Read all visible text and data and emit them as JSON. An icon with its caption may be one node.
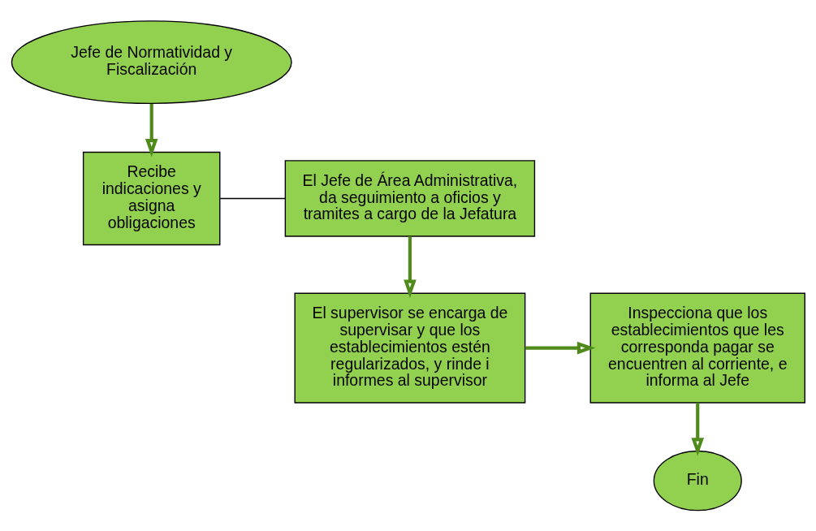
{
  "diagram": {
    "nodes": [
      {
        "text": [
          "Jefe de Normatividad y Fiscalización"
        ]
      },
      {
        "text": [
          "Recibe indicaciones y asigna obligaciones"
        ]
      },
      {
        "text": [
          "El Jefe de Área Administrativa, da seguimiento a oficios y tramites a cargo de la Jefatura"
        ]
      },
      {
        "text": [
          "El supervisor se encarga de supervisar y que los establecimientos estén regularizados, y rinde i informes al supervisor"
        ]
      },
      {
        "text": [
          "Inspecciona que los establecimientos que les corresponda pagar se encuentren al corriente, e informa al Jefe"
        ]
      },
      {
        "text": [
          "Fin"
        ]
      }
    ],
    "edges": [
      {
        "from": 0,
        "to": 1,
        "arrow": "to"
      },
      {
        "from": 1,
        "to": 2,
        "arrow": "none",
        "color": "#000000"
      },
      {
        "from": 2,
        "to": 3,
        "arrow": "to"
      },
      {
        "from": 3,
        "to": 4,
        "arrow": "to"
      },
      {
        "from": 4,
        "to": 5,
        "arrow": "to"
      }
    ]
  }
}
